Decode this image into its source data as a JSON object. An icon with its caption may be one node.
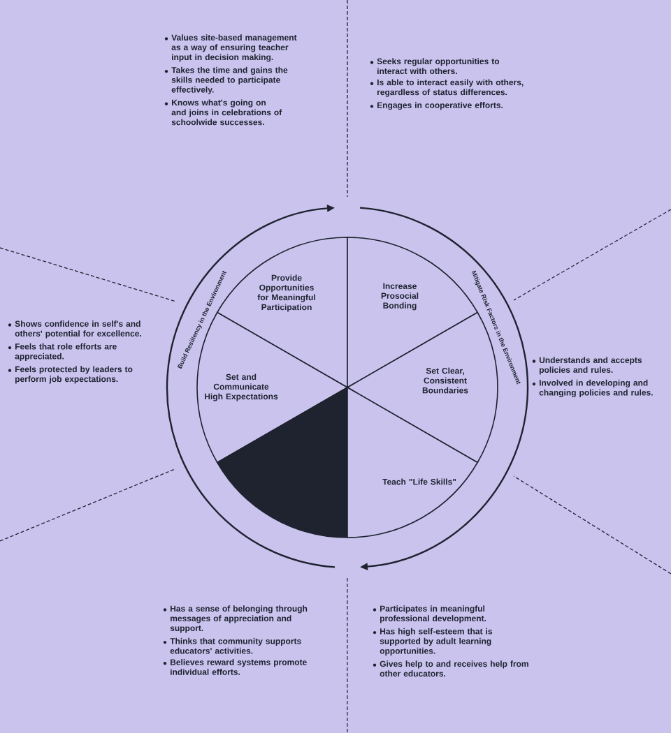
{
  "diagram": {
    "nodes": [
      {
        "text": [
          "Provide Opportunities for Meaningful Participation"
        ]
      },
      {
        "text": [
          "Increase Prosocial Bonding"
        ]
      },
      {
        "text": [
          "Set and Communicate High Expectations"
        ]
      },
      {
        "text": [
          "Set Clear, Consistent Boundaries"
        ]
      },
      {
        "text": [],
        "shape": "wedge"
      },
      {
        "text": [
          "Teach \"Life Skills\""
        ]
      }
    ],
    "labels": [
      "Values site-based management as a way of ensuring teacher input in decision making.",
      "Takes the time and gains the skills needed to participate effectively.",
      "Knows what's going on and joins in celebrations of schoolwide successes.",
      "Seeks regular opportunities to interact with others.",
      "Is able to interact easily with others, regardless of status differences.",
      "Engages in cooperative efforts.",
      "Build Resiliency in the Environment",
      "Mitigate Risk Factors in the Environment",
      "Shows confidence in self's and others' potential for excellence.",
      "Feels that role efforts are appreciated.",
      "Feels protected by leaders to perform job expectations.",
      "Understands and accepts policies and rules.",
      "Involved in developing and changing policies and rules.",
      "Has a sense of belonging through messages of appreciation and support.",
      "Thinks that community supports educators' activities.",
      "Believes reward systems promote individual efforts.",
      "Participates in meaningful professional development.",
      "Has high self-esteem that is supported by adult learning opportunities.",
      "Gives help to and receives help from other educators."
    ]
  }
}
